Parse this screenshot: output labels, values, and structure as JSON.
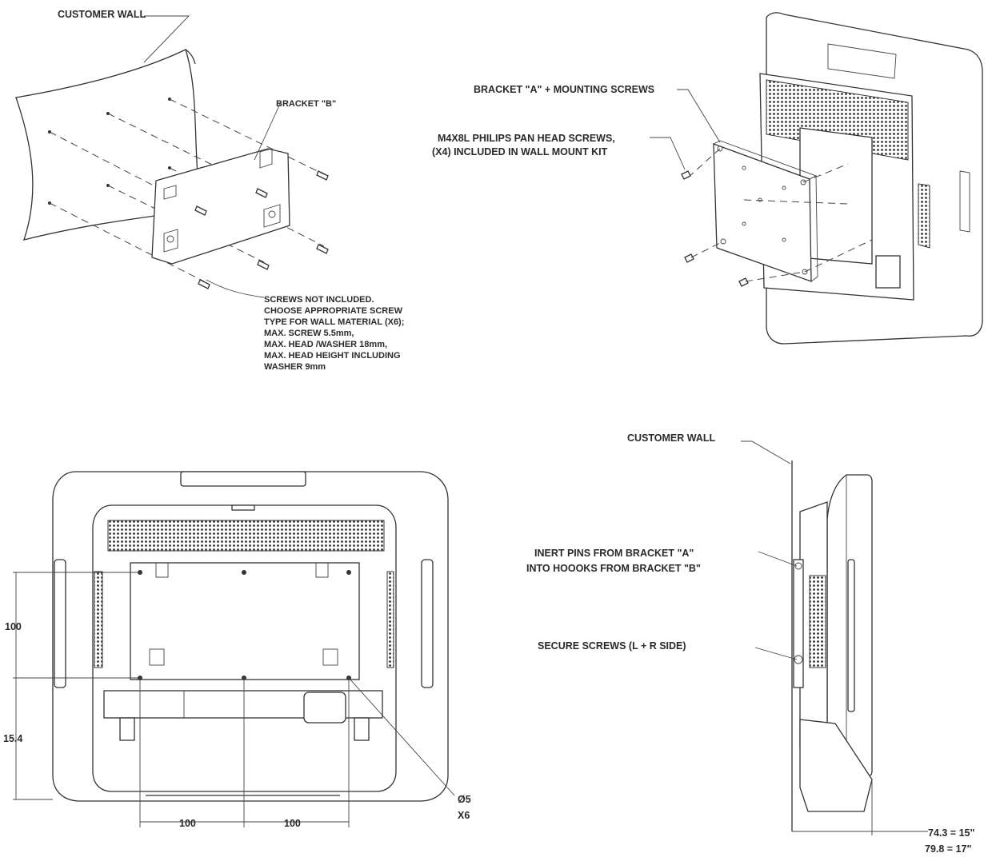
{
  "views": {
    "wall_mount_exploded": {
      "customer_wall": "CUSTOMER WALL",
      "bracket_b": "BRACKET \"B\"",
      "screws_note": [
        "SCREWS NOT INCLUDED.",
        "CHOOSE APPROPRIATE SCREW",
        "TYPE FOR WALL MATERIAL (X6);",
        "MAX. SCREW 5.5mm,",
        "MAX. HEAD /WASHER 18mm,",
        "MAX. HEAD HEIGHT INCLUDING",
        "WASHER 9mm"
      ]
    },
    "monitor_bracket": {
      "bracket_a": "BRACKET \"A\" + MOUNTING SCREWS",
      "screws_line1": "M4X8L PHILIPS PAN HEAD SCREWS,",
      "screws_line2": "(X4) INCLUDED IN WALL MOUNT KIT"
    },
    "rear_view": {
      "dim_vertical_1": "100",
      "dim_vertical_2": "15.4",
      "dim_horizontal_1": "100",
      "dim_horizontal_2": "100",
      "hole_diameter": "Ø5",
      "hole_count": "X6"
    },
    "side_view": {
      "customer_wall": "CUSTOMER WALL",
      "pins_line1": "INERT PINS FROM BRACKET \"A\"",
      "pins_line2": "INTO HOOOKS FROM BRACKET \"B\"",
      "secure_screws": "SECURE SCREWS (L + R SIDE)",
      "depth_15": "74.3 = 15\"",
      "depth_17": "79.8 = 17\""
    }
  }
}
